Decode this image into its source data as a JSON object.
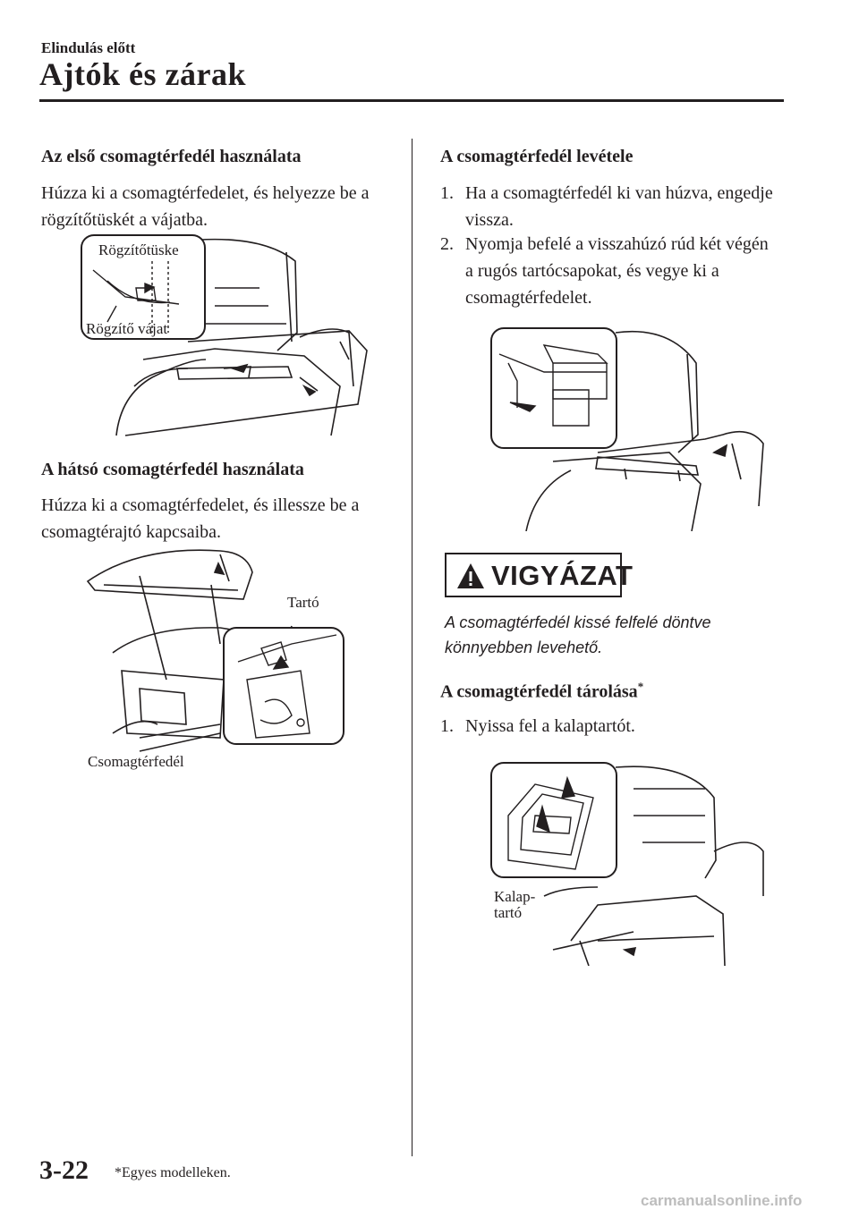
{
  "header": {
    "chapter": "Elindulás előtt",
    "title": "Ajtók és zárak"
  },
  "left": {
    "front_heading": "Az első csomagtérfedél használata",
    "front_text": "Húzza ki a csomagtérfedelet, és helyezze be a rögzítőtüskét a vájatba.",
    "fig1_labels": {
      "pin": "Rögzítőtüske",
      "slot": "Rögzítő vájat"
    },
    "rear_heading": "A hátsó csomagtérfedél használata",
    "rear_text": "Húzza ki a csomagtérfedelet, és illessze be a csomagtérajtó kapcsaiba.",
    "fig2_labels": {
      "holder": "Tartó",
      "cover": "Csomagtérfedél"
    }
  },
  "right": {
    "removal_heading": "A csomagtérfedél levétele",
    "removal_steps": [
      {
        "num": "1.",
        "text": "Ha a csomagtérfedél ki van húzva, engedje vissza."
      },
      {
        "num": "2.",
        "text": "Nyomja befelé a visszahúzó rúd két végén a rugós tartócsapokat, és vegye ki a csomagtérfedelet."
      }
    ],
    "caution_label": "VIGYÁZAT",
    "caution_text": "A csomagtérfedél kissé felfelé döntve könnyebben levehető.",
    "storage_heading": "A csomagtérfedél tárolása",
    "storage_mark": "*",
    "storage_steps": [
      {
        "num": "1.",
        "text": "Nyissa fel a kalaptartót."
      }
    ],
    "fig4_labels": {
      "shelf_line1": "Kalap-",
      "shelf_line2": "tartó"
    }
  },
  "footer": {
    "page_number": "3-22",
    "footnote": "*Egyes modelleken.",
    "watermark": "carmanualsonline.info"
  },
  "icons": [
    "warning-triangle-icon"
  ],
  "colors": {
    "text": "#231f20",
    "watermark": "#bdbdbd",
    "warning_fill": "#231f20"
  }
}
